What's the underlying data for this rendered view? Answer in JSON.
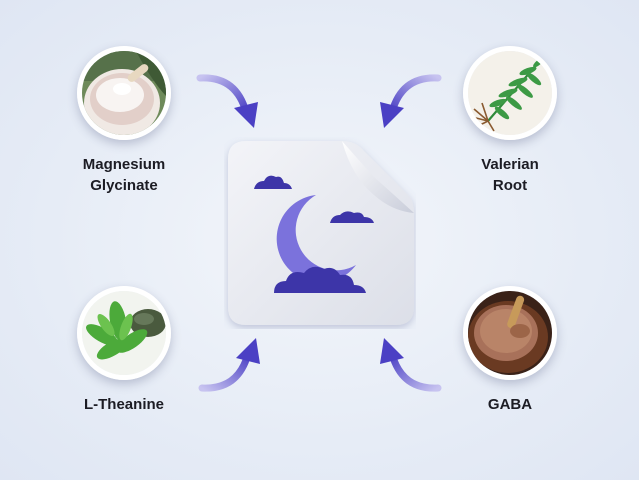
{
  "ingredients": [
    {
      "id": "magnesium",
      "label": "Magnesium\nGlycinate",
      "image": "white-powder-bowl"
    },
    {
      "id": "valerian",
      "label": "Valerian\nRoot",
      "image": "valerian-plant"
    },
    {
      "id": "theanine",
      "label": "L-Theanine",
      "image": "green-tea-leaves"
    },
    {
      "id": "gaba",
      "label": "GABA",
      "image": "brown-powder-bowl"
    }
  ],
  "center_icon": "sleep-document-icon",
  "colors": {
    "accent": "#4b40c4",
    "moon": "#7b72dc",
    "cloud": "#3d35a8",
    "background": "#e9eef7"
  }
}
